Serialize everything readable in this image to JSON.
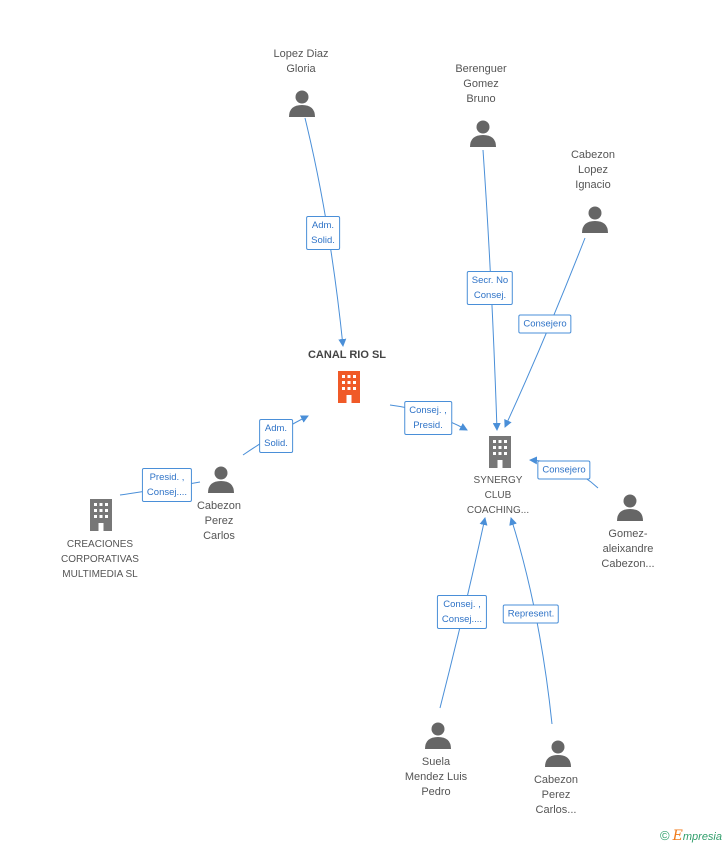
{
  "nodes": {
    "lopez_diaz": {
      "label": "Lopez Diaz\nGloria",
      "kind": "person"
    },
    "berenguer": {
      "label": "Berenguer\nGomez\nBruno",
      "kind": "person"
    },
    "cabezon_lopez": {
      "label": "Cabezon\nLopez\nIgnacio",
      "kind": "person"
    },
    "canal_rio": {
      "label": "CANAL RIO SL",
      "kind": "company-main"
    },
    "synergy": {
      "label": "SYNERGY\nCLUB\nCOACHING...",
      "kind": "company"
    },
    "cabezon_perez": {
      "label": "Cabezon\nPerez\nCarlos",
      "kind": "person"
    },
    "creaciones": {
      "label": "CREACIONES\nCORPORATIVAS\nMULTIMEDIA SL",
      "kind": "company"
    },
    "gomez_aleixandre": {
      "label": "Gomez-\naleixandre\nCabezon...",
      "kind": "person"
    },
    "suela": {
      "label": "Suela\nMendez Luis\nPedro",
      "kind": "person"
    },
    "cabezon_perez2": {
      "label": "Cabezon\nPerez\nCarlos...",
      "kind": "person"
    }
  },
  "edges": {
    "e1": "Adm.\nSolid.",
    "e2": "Secr.  No\nConsej.",
    "e3": "Consejero",
    "e4": "Consej. ,\nPresid.",
    "e5": "Adm.\nSolid.",
    "e6": "Presid. ,\nConsej....",
    "e7": "Consejero",
    "e8": "Consej. ,\nConsej....",
    "e9": "Represent."
  },
  "colors": {
    "edge": "#4a8fd8",
    "person": "#666666",
    "company": "#777777",
    "main_company": "#f05a28"
  },
  "footer": {
    "copyright_symbol": "©",
    "brand_first": "E",
    "brand_rest": "mpresia"
  }
}
